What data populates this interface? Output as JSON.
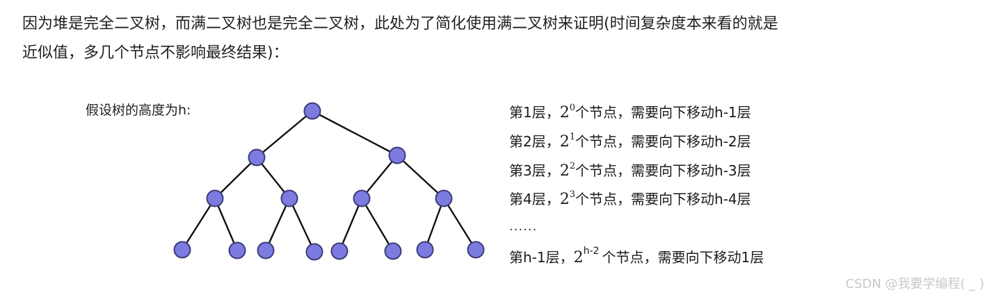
{
  "intro": {
    "line1": "因为堆是完全二叉树，而满二叉树也是完全二叉树，此处为了简化使用满二叉树来证明(时间复杂度本来看的就是",
    "line2": "近似值，多几个节点不影响最终结果)："
  },
  "assumption": "假设树的高度为h:",
  "tree": {
    "levels": 4,
    "node_color": "#7b7be0"
  },
  "levels": [
    {
      "prefix": "第1层，",
      "base": "2",
      "exp": "0",
      "suffix": "个节点，需要向下移动h-1层"
    },
    {
      "prefix": "第2层，",
      "base": "2",
      "exp": "1",
      "suffix": "个节点，需要向下移动h-2层"
    },
    {
      "prefix": "第3层，",
      "base": "2",
      "exp": "2",
      "suffix": "个节点，需要向下移动h-3层"
    },
    {
      "prefix": "第4层，",
      "base": "2",
      "exp": "3",
      "suffix": "个节点，需要向下移动h-4层"
    }
  ],
  "ellipsis": "......",
  "last_level": {
    "prefix": "第h-1层，",
    "base": "2",
    "exp": "h-2",
    "suffix": "个节点，需要向下移动1层"
  },
  "watermark": "CSDN @我要学编程( _ )"
}
